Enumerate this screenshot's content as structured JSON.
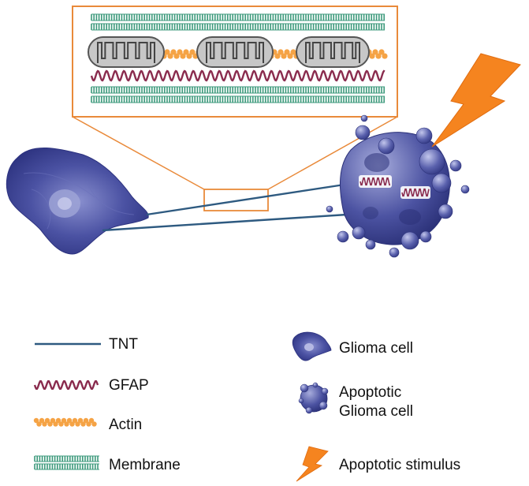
{
  "colors": {
    "tnt": "#2e5a80",
    "gfap": "#8a2c4e",
    "actin": "#f5a345",
    "membrane": "#3d9a7c",
    "inset_frame": "#e98a3a",
    "cell": "#3f4595",
    "stimulus": "#f5841f",
    "mitochondrion": "#c7c7c7"
  },
  "legend": {
    "tnt": "TNT",
    "gfap": "GFAP",
    "actin": "Actin",
    "membrane": "Membrane",
    "glioma_cell": "Glioma cell",
    "apoptotic_line1": "Apoptotic",
    "apoptotic_line2": "Glioma cell",
    "apoptotic_stimulus": "Apoptotic stimulus"
  },
  "icons": {
    "glioma_cell": "glioma-cell-icon",
    "apoptotic_cell": "apoptotic-cell-icon",
    "lightning": "lightning-bolt-icon",
    "mitochondrion": "mitochondrion-icon"
  }
}
